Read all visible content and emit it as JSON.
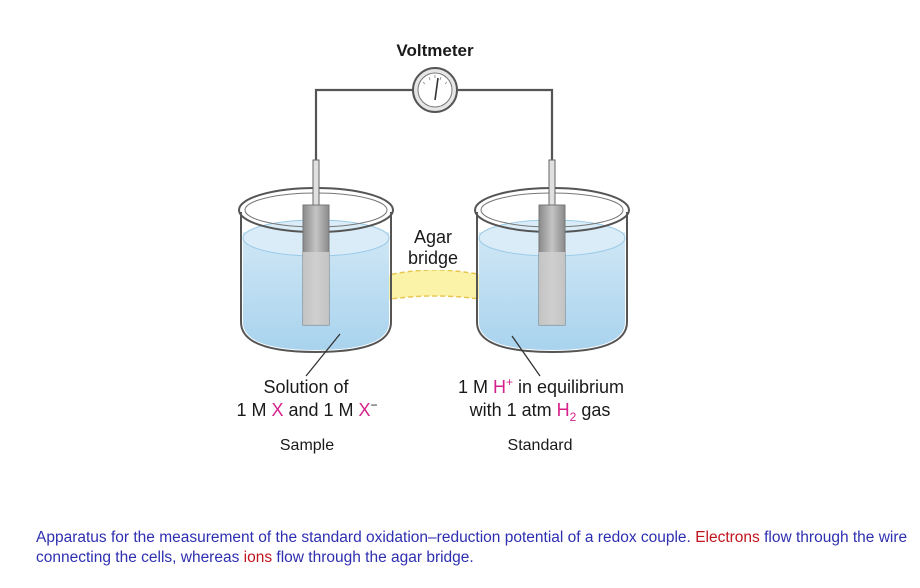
{
  "diagram": {
    "voltmeter_label": "Voltmeter",
    "bridge_label_line1": "Agar",
    "bridge_label_line2": "bridge",
    "left": {
      "line1": "Solution of",
      "line2_a": "1 M ",
      "line2_b": "X",
      "line2_c": " and 1 M ",
      "line2_d": "X",
      "line2_sup": "−",
      "tag": "Sample"
    },
    "right": {
      "line1_a": "1 M ",
      "line1_b": "H",
      "line1_sup": "+",
      "line1_c": " in equilibrium",
      "line2_a": "with 1 atm ",
      "line2_b": "H",
      "line2_sub": "2",
      "line2_c": " gas",
      "tag": "Standard"
    },
    "colors": {
      "solution": "#bfe0f2",
      "bridge": "#fbf4a8",
      "wire": "#555555",
      "highlight": "#d6218c"
    }
  },
  "caption": {
    "part1": "Apparatus for the measurement of the standard oxidation–reduction potential of a redox couple.",
    "part2": "Electrons",
    "part3": "flow through the wire connecting the cells, whereas",
    "part4": "ions",
    "part5": "flow through the agar bridge."
  }
}
